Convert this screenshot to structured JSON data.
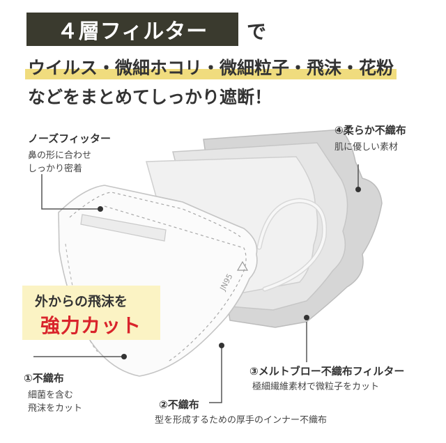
{
  "headline": {
    "box_text": "４層フィルター",
    "suffix": "で",
    "line1": "ウイルス・微細ホコリ・微細粒子・飛沫・花粉",
    "line2": "などをまとめてしっかり遮断！"
  },
  "callouts": {
    "nose": {
      "title": "ノーズフィッター",
      "sub1": "鼻の形に合わせ",
      "sub2": "しっかり密着"
    },
    "layer4": {
      "title": "④柔らか不織布",
      "sub1": "肌に優しい素材"
    },
    "layer3": {
      "title": "③メルトブロー不織布フィルター",
      "sub1": "極細繊維素材で微粒子をカット"
    },
    "layer2": {
      "title": "②不織布",
      "sub1": "型を形成するための厚手のインナー不織布"
    },
    "layer1": {
      "title": "①不織布",
      "sub1": "細菌を含む",
      "sub2": "飛沫をカット"
    }
  },
  "promo": {
    "line1": "外からの飛沫を",
    "line2": "強力カット"
  },
  "mask_marking": "JN95",
  "colors": {
    "title_bg": "#3a3a2e",
    "highlight": "#f0dc7e",
    "promo_bg": "#fbf3c4",
    "promo_red": "#d9242b"
  }
}
